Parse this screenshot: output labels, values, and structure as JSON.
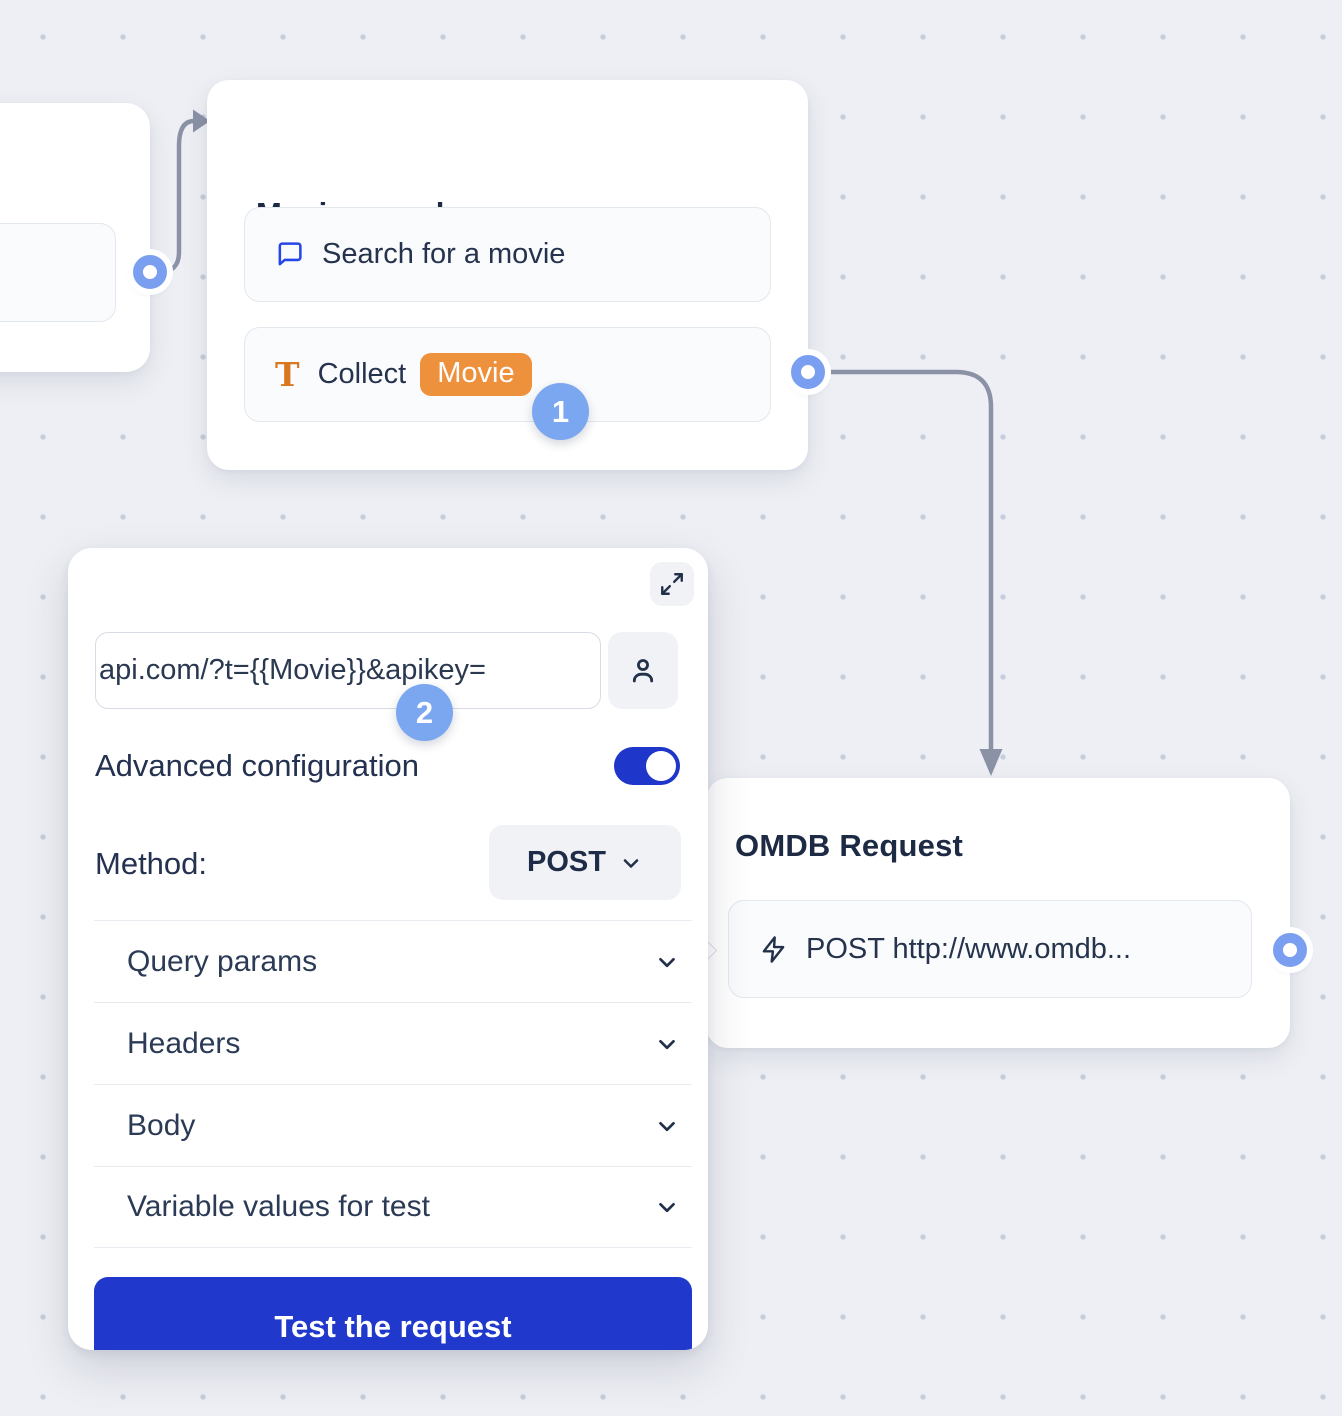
{
  "canvas": {
    "background": "#edeff4",
    "dot_color": "#c5ccdb"
  },
  "colors": {
    "brand_blue": "#1e36c9",
    "button_blue": "#2038cb",
    "accent_orange": "#ee913c",
    "port_blue": "#7b9ff0",
    "step_badge_blue": "#7ba6f0",
    "connector_gray": "#8b92a6",
    "chat_icon_blue": "#2546e8"
  },
  "movie_node": {
    "title": "Movie search",
    "message_item": {
      "icon": "chat-bubble-icon",
      "label": "Search for a movie"
    },
    "collect_item": {
      "icon": "text-icon",
      "label": "Collect",
      "variable_chip": "Movie"
    },
    "step_badge": "1"
  },
  "request_panel": {
    "expand_icon": "expand-icon",
    "url_value": "api.com/?t={{Movie}}&apikey=",
    "person_icon": "person-icon",
    "step_badge": "2",
    "advanced_label": "Advanced configuration",
    "advanced_on": true,
    "method_label": "Method:",
    "method_value": "POST",
    "sections": [
      "Query params",
      "Headers",
      "Body",
      "Variable values for test"
    ],
    "test_button": "Test the request"
  },
  "omdb_node": {
    "title": "OMDB Request",
    "request_item": {
      "icon": "zap-icon",
      "label": "POST http://www.omdb..."
    }
  }
}
